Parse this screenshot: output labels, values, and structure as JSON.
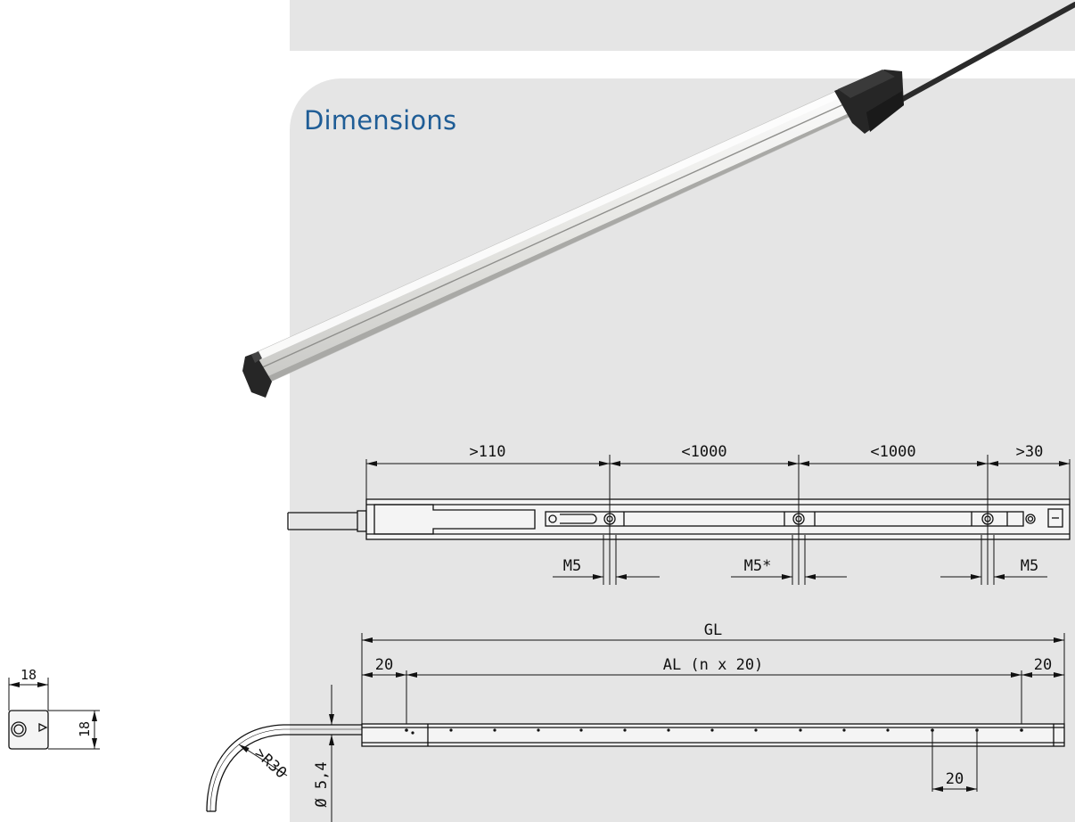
{
  "section": {
    "heading": "Dimensions"
  },
  "top_view": {
    "spacing_labels": [
      ">110",
      "<1000",
      "<1000",
      ">30"
    ],
    "thread_labels": [
      "M5",
      "M5*",
      "M5"
    ]
  },
  "side_view": {
    "overall_length_label": "GL",
    "active_length_label": "AL (n x 20)",
    "end_offset_left": "20",
    "end_offset_right": "20",
    "beam_pitch": "20",
    "bend_radius": ">R30",
    "cable_diameter": "Ø 5,4"
  },
  "end_view": {
    "width": "18",
    "height": "18"
  },
  "colors": {
    "panel_background": "#e5e5e5",
    "heading_color": "#1f5d96",
    "line_color": "#111111",
    "profile_fill": "#f1f1f1",
    "cable_color": "#2b2b2b"
  }
}
